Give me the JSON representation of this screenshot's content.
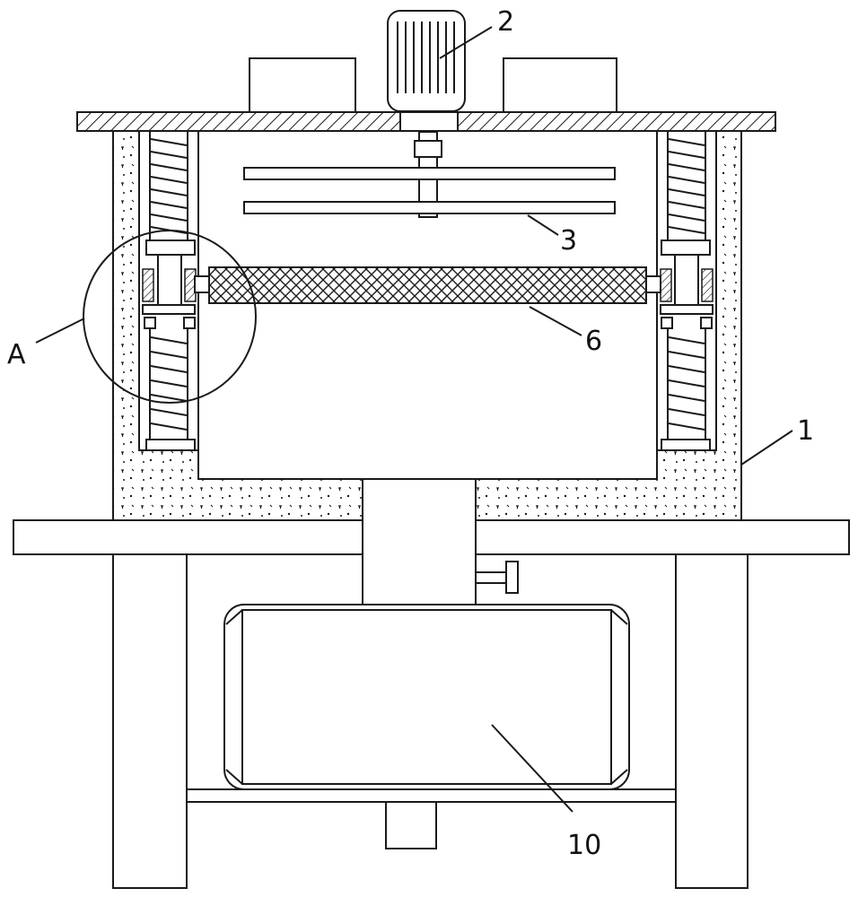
{
  "diagram": {
    "kind": "patent-mechanical-drawing",
    "colors": {
      "line": "#1a1a1a",
      "background": "#ffffff"
    },
    "callouts": [
      {
        "id": "motor",
        "label": "2"
      },
      {
        "id": "stirring-blades",
        "label": "3"
      },
      {
        "id": "filter-screen",
        "label": "6"
      },
      {
        "id": "housing",
        "label": "1"
      },
      {
        "id": "collection-box",
        "label": "10"
      },
      {
        "id": "detail-a",
        "label": "A"
      }
    ]
  }
}
